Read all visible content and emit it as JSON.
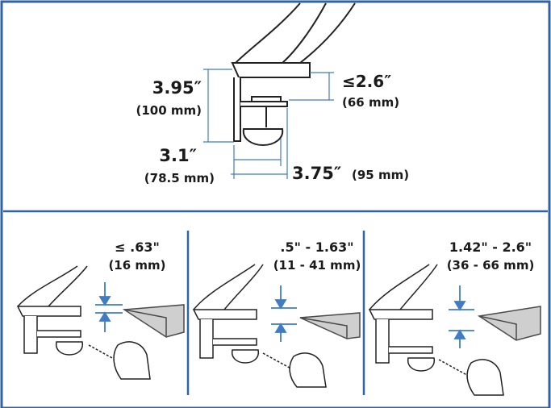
{
  "colors": {
    "border": "#2f63a6",
    "dimension_line": "#3f7cc4",
    "drawing_line": "#222222",
    "table_top": "#cfcfcf",
    "table_edge": "#4a4a4a"
  },
  "clamp_diagram": {
    "height_label": "3.95″",
    "height_mm": "(100 mm)",
    "gap_label": "≤2.6″",
    "gap_mm": "(66 mm)",
    "depth_label": "3.1″",
    "depth_mm": "(78.5 mm)",
    "width_label": "3.75″",
    "width_mm": "(95 mm)"
  },
  "panels": [
    {
      "range": "≤ .63\"",
      "range_mm": "(16 mm)"
    },
    {
      "range": ".5\" - 1.63\"",
      "range_mm": "(11 - 41 mm)"
    },
    {
      "range": "1.42\" - 2.6\"",
      "range_mm": "(36 - 66 mm)"
    }
  ]
}
